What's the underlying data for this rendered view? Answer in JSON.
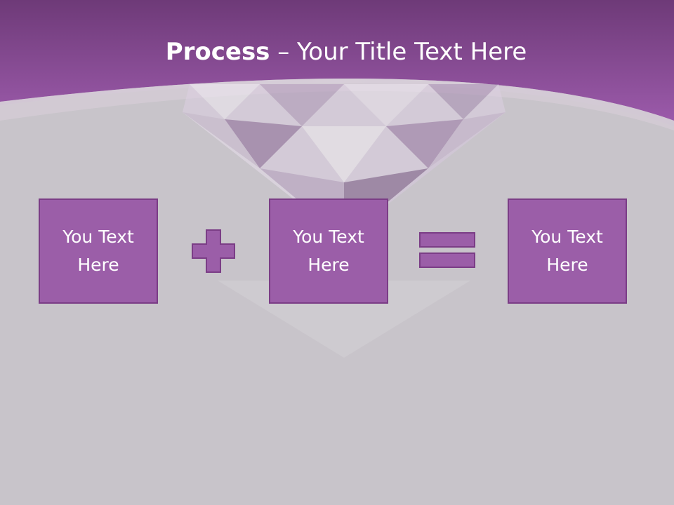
{
  "slide": {
    "title_bold": "Process",
    "title_rest": " – Your Title Text Here",
    "boxes": [
      {
        "label": "You Text Here"
      },
      {
        "label": "You Text Here"
      },
      {
        "label": "You Text Here"
      }
    ],
    "operators": [
      "plus",
      "equals"
    ]
  },
  "icons": {
    "plus": "plus-icon",
    "equals": "equals-icon",
    "background": "diamond-image"
  },
  "colors": {
    "background": "#c8c4ca",
    "header_purple": "#8a4c9a",
    "box_fill": "#9b5ea8",
    "box_border": "#7b3d86",
    "text": "#ffffff"
  }
}
